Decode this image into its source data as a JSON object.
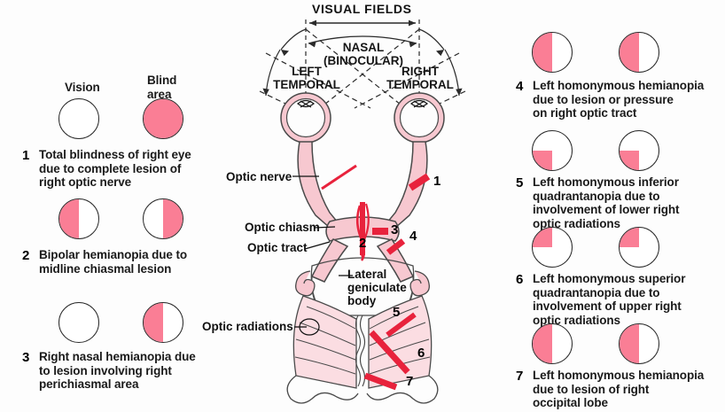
{
  "colors": {
    "blind_fill": "#fa7e95",
    "quadrant_fill": "#f98ba1",
    "pathway_fill": "#f7c8d0",
    "pathway_stroke": "#4a4a4a",
    "lesion_red": "#e8223c",
    "background": "#fdfdfd",
    "text": "#111111"
  },
  "legend": {
    "vision_label": "Vision",
    "blind_label": "Blind\narea"
  },
  "diagram": {
    "title": "VISUAL FIELDS",
    "field_nasal": "NASAL\n(BINOCULAR)",
    "field_left_temporal": "LEFT\nTEMPORAL",
    "field_right_temporal": "RIGHT\nTEMPORAL",
    "labels": [
      {
        "name": "optic-nerve",
        "text": "Optic nerve"
      },
      {
        "name": "optic-chiasm",
        "text": "Optic chiasm"
      },
      {
        "name": "optic-tract",
        "text": "Optic tract"
      },
      {
        "name": "lateral-geniculate-body",
        "text": "Lateral\ngeniculate\nbody"
      },
      {
        "name": "optic-radiations",
        "text": "Optic radiations"
      }
    ],
    "lesion_markers": [
      "1",
      "2",
      "3",
      "4",
      "5",
      "6",
      "7"
    ]
  },
  "left_column": [
    {
      "number": "1",
      "caption": "Total blindness of right eye\ndue to complete lesion of\nright optic nerve",
      "left_eye_fill": "none",
      "right_eye_fill": "full"
    },
    {
      "number": "2",
      "caption": "Bipolar hemianopia due to\nmidline chiasmal lesion",
      "left_eye_fill": "left",
      "right_eye_fill": "right"
    },
    {
      "number": "3",
      "caption": "Right nasal hemianopia due\nto lesion involving right\nperichiasmal area",
      "left_eye_fill": "none",
      "right_eye_fill": "left"
    }
  ],
  "right_column": [
    {
      "number": "4",
      "caption": "Left homonymous hemianopia\ndue to lesion or pressure\non right optic tract",
      "left_eye_fill": "left",
      "right_eye_fill": "left"
    },
    {
      "number": "5",
      "caption": "Left homonymous inferior\nquadrantanopia due to\ninvolvement of lower right\noptic radiations",
      "left_eye_fill": "ll",
      "right_eye_fill": "ll"
    },
    {
      "number": "6",
      "caption": "Left homonymous superior\nquadrantanopia due to\ninvolvement of upper right\noptic radiations",
      "left_eye_fill": "ul",
      "right_eye_fill": "ul"
    },
    {
      "number": "7",
      "caption": "Left homonymous hemianopia\ndue to lesion of right\noccipital lobe",
      "left_eye_fill": "left",
      "right_eye_fill": "left"
    }
  ]
}
